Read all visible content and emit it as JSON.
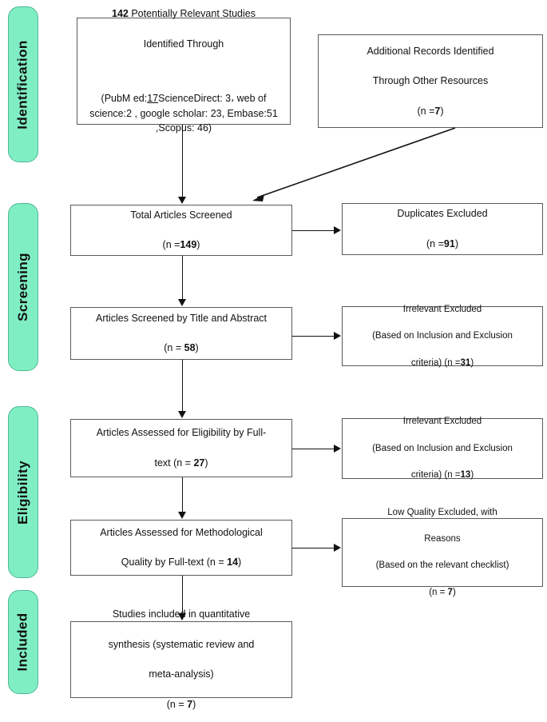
{
  "diagram": {
    "title": "PRISMA Study Selection Flow Diagram",
    "accent_green": "#7FEFC3",
    "accent_green_border": "#4FB894",
    "box_border": "#5a5a5a",
    "line_color": "#111111"
  },
  "stages": [
    {
      "id": "identification",
      "label": "Identification"
    },
    {
      "id": "screening",
      "label": "Screening"
    },
    {
      "id": "eligibility",
      "label": "Eligibility"
    },
    {
      "id": "included",
      "label": "Included"
    }
  ],
  "boxes": {
    "records_identified": {
      "line1_count": "142",
      "line1_rest": " Potentially Relevant Studies",
      "line2": "Identified Through",
      "sources_open": "(PubM ed:",
      "sources_pubmed_n": "17",
      "sources_rest": "ScienceDirect: 3، web of science:2 , google scholar: 23, Embase:51 ,Scopus: 46)"
    },
    "additional_records": {
      "line1": "Additional Records Identified",
      "line2": "Through Other Resources",
      "n_prefix": "(n =",
      "n_value": "7",
      "n_suffix": ")"
    },
    "total_screened": {
      "line1": "Total Articles Screened",
      "n_prefix": "(n =",
      "n_value": "149",
      "n_suffix": ")"
    },
    "duplicates_excluded": {
      "line1": "Duplicates Excluded",
      "n_prefix": "(n =",
      "n_value": "91",
      "n_suffix": ")"
    },
    "screened_title_abstract": {
      "line1": "Articles Screened by Title and Abstract",
      "n_prefix": "(n = ",
      "n_value": "58",
      "n_suffix": ")"
    },
    "irrelevant_excluded_1": {
      "line1": "Irrelevant Excluded",
      "line2": "(Based on Inclusion and Exclusion",
      "line3_prefix": "criteria)  (n =",
      "n_value": "31",
      "n_suffix": ")"
    },
    "assessed_eligibility": {
      "line1": "Articles Assessed for Eligibility by Full-",
      "line2_prefix": "text (n = ",
      "n_value": "27",
      "n_suffix": ")"
    },
    "irrelevant_excluded_2": {
      "line1": "Irrelevant Excluded",
      "line2": "(Based on Inclusion and Exclusion",
      "line3_prefix": "criteria) (n =",
      "n_value": "13",
      "n_suffix": ")"
    },
    "assessed_quality": {
      "line1": "Articles Assessed for Methodological",
      "line2_prefix": "Quality by Full-text (n = ",
      "n_value": "14",
      "n_suffix": ")"
    },
    "low_quality_excluded": {
      "line1": "Low Quality Excluded, with",
      "line2": "Reasons",
      "line3": "(Based on the relevant checklist)",
      "n_prefix": "(n = ",
      "n_value": "7",
      "n_suffix": ")"
    },
    "included_studies": {
      "line1": "Studies included in quantitative",
      "line2": "synthesis (systematic review and",
      "line3": "meta-analysis)",
      "n_prefix": "(n = ",
      "n_value": "7",
      "n_suffix": ")"
    }
  }
}
